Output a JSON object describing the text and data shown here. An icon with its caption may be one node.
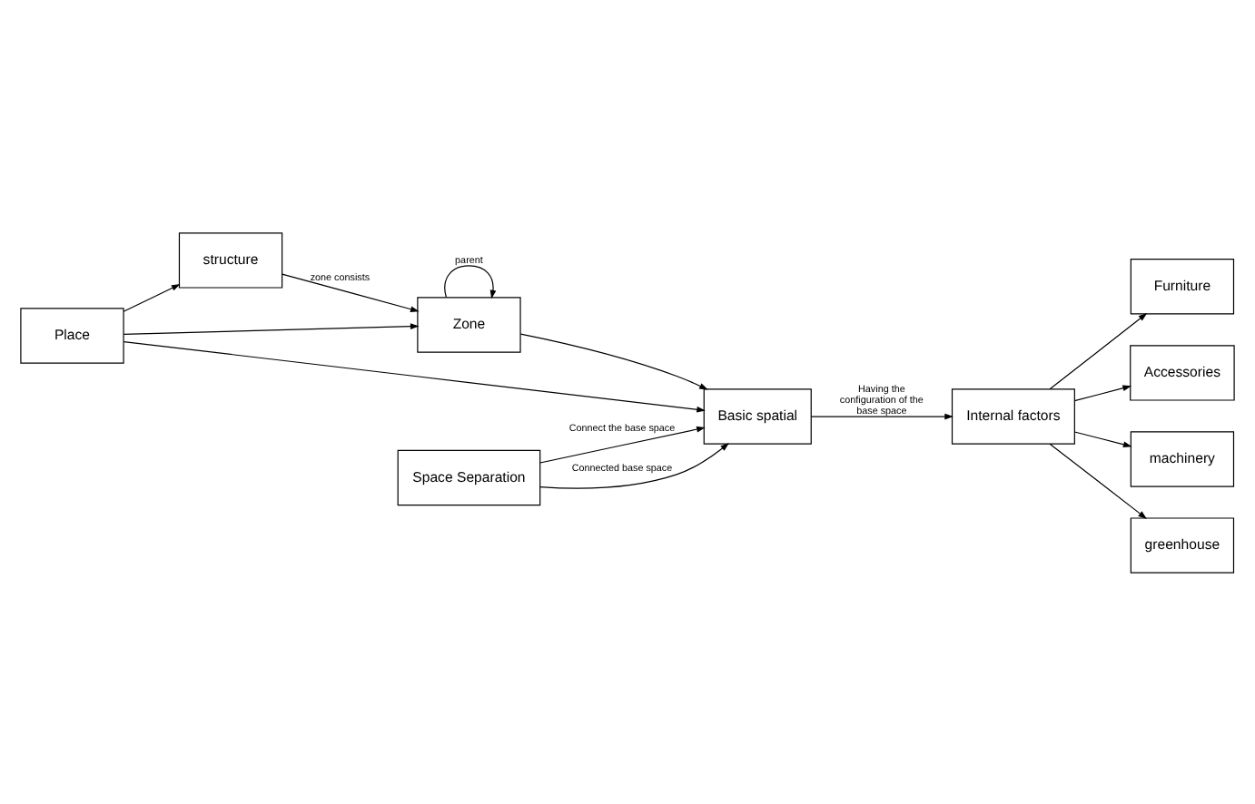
{
  "diagram": {
    "nodes": [
      {
        "text": [
          "Place"
        ]
      },
      {
        "text": [
          "structure"
        ]
      },
      {
        "text": [
          "Zone"
        ]
      },
      {
        "text": [
          "Basic spatial"
        ]
      },
      {
        "text": [
          "Space Separation"
        ]
      },
      {
        "text": [
          "Internal factors"
        ]
      },
      {
        "text": [
          "Furniture"
        ]
      },
      {
        "text": [
          "Accessories"
        ]
      },
      {
        "text": [
          "machinery"
        ]
      },
      {
        "text": [
          "greenhouse"
        ]
      }
    ],
    "edges": [
      {
        "from": 0,
        "to": 1,
        "arrow": "to"
      },
      {
        "from": 0,
        "to": 2,
        "arrow": "to"
      },
      {
        "from": 0,
        "to": 3,
        "arrow": "to"
      },
      {
        "from": 1,
        "to": 2,
        "arrow": "to",
        "label": "zone consists"
      },
      {
        "from": 2,
        "to": 2,
        "arrow": "to",
        "label": "parent"
      },
      {
        "from": 2,
        "to": 3,
        "arrow": "to"
      },
      {
        "from": 3,
        "to": 5,
        "arrow": "to",
        "label": "Having the configuration of the base space"
      },
      {
        "from": 4,
        "to": 3,
        "arrow": "to",
        "label": "Connect the base space"
      },
      {
        "from": 4,
        "to": 3,
        "arrow": "to",
        "label": "Connected base space"
      },
      {
        "from": 5,
        "to": 6,
        "arrow": "to"
      },
      {
        "from": 5,
        "to": 7,
        "arrow": "to"
      },
      {
        "from": 5,
        "to": 8,
        "arrow": "to"
      },
      {
        "from": 5,
        "to": 9,
        "arrow": "to"
      }
    ]
  }
}
